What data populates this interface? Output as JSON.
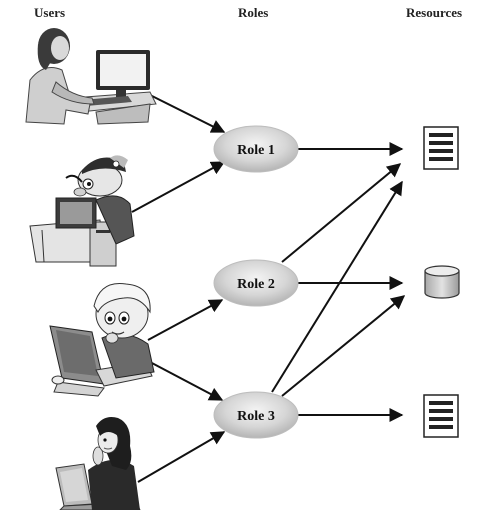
{
  "headers": {
    "users": "Users",
    "roles": "Roles",
    "resources": "Resources"
  },
  "users": [
    {
      "icon": "woman-at-desktop-computer-icon"
    },
    {
      "icon": "boy-with-cap-at-computer-icon"
    },
    {
      "icon": "blond-boy-at-computer-icon"
    },
    {
      "icon": "woman-with-laptop-icon"
    }
  ],
  "roles": [
    {
      "label": "Role 1"
    },
    {
      "label": "Role 2"
    },
    {
      "label": "Role 3"
    }
  ],
  "resources": [
    {
      "icon": "document-icon"
    },
    {
      "icon": "database-cylinder-icon"
    },
    {
      "icon": "document-icon"
    }
  ],
  "user_role_links": [
    {
      "user": 0,
      "role": 0
    },
    {
      "user": 1,
      "role": 0
    },
    {
      "user": 2,
      "role": 1
    },
    {
      "user": 2,
      "role": 2
    },
    {
      "user": 3,
      "role": 2
    }
  ],
  "role_resource_links": [
    {
      "role": 0,
      "resource": 0
    },
    {
      "role": 1,
      "resource": 0
    },
    {
      "role": 1,
      "resource": 1
    },
    {
      "role": 2,
      "resource": 0
    },
    {
      "role": 2,
      "resource": 1
    },
    {
      "role": 2,
      "resource": 2
    }
  ]
}
